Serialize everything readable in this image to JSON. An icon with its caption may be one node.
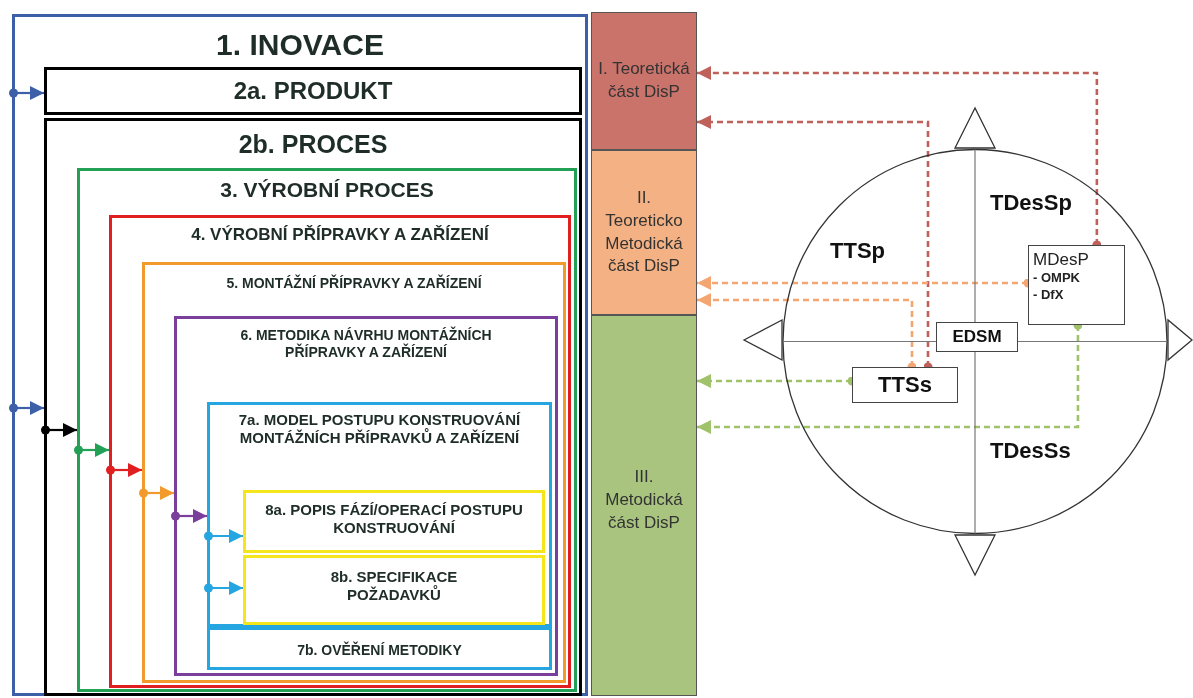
{
  "diagram": {
    "nodes": [
      {
        "text": [
          "1. INOVACE"
        ]
      },
      {
        "text": [
          "2a. PRODUKT"
        ],
        "in": 0
      },
      {
        "text": [
          "2b. PROCES"
        ],
        "in": 0
      },
      {
        "text": [
          "3. VÝROBNÍ PROCES"
        ],
        "in": 2
      },
      {
        "text": [
          "4. VÝROBNÍ PŘÍPRAVKY A ZAŘÍZENÍ"
        ],
        "in": 3
      },
      {
        "text": [
          "5. MONTÁŽNÍ PŘÍPRAVKY A ZAŘÍZENÍ"
        ],
        "in": 4
      },
      {
        "text": [
          "6. METODIKA NÁVRHU MONTÁŽNÍCH PŘÍPRAVKY A ZAŘÍZENÍ"
        ],
        "in": 5
      },
      {
        "text": [
          "7a. MODEL POSTUPU KONSTRUOVÁNÍ MONTÁŽNÍCH PŘÍPRAVKŮ A ZAŘÍZENÍ"
        ],
        "in": 6
      },
      {
        "text": [
          "8a. POPIS FÁZÍ/OPERACÍ POSTUPU KONSTRUOVÁNÍ"
        ],
        "in": 7
      },
      {
        "text": [
          "8b. SPECIFIKACE POŽADAVKŮ"
        ],
        "in": 7
      },
      {
        "text": [
          "7b. OVĚŘENÍ METODIKY"
        ],
        "in": 6
      },
      {
        "text": [
          "I. Teoretická část DisP"
        ]
      },
      {
        "text": [
          "II. Teoreticko Metodická část DisP"
        ]
      },
      {
        "text": [
          "III. Metodická část DisP"
        ]
      },
      {
        "text": [
          "TTSp",
          "TDesSp",
          "TDesSs"
        ]
      },
      {
        "text": [
          "MDesP",
          "- OMPK",
          "- DfX"
        ],
        "in": 14
      },
      {
        "text": [
          "EDSM"
        ],
        "in": 14
      },
      {
        "text": [
          "TTSs"
        ],
        "in": 14
      }
    ],
    "edges": [
      {
        "from": 0,
        "to": 1,
        "arrow": "to",
        "color": "#3d5fa8"
      },
      {
        "from": 0,
        "to": 2,
        "arrow": "to",
        "color": "#3d5fa8"
      },
      {
        "from": 2,
        "to": 3,
        "arrow": "to",
        "color": "#000000"
      },
      {
        "from": 3,
        "to": 4,
        "arrow": "to",
        "color": "#22a055"
      },
      {
        "from": 4,
        "to": 5,
        "arrow": "to",
        "color": "#e02020"
      },
      {
        "from": 5,
        "to": 6,
        "arrow": "to",
        "color": "#f39a2c"
      },
      {
        "from": 6,
        "to": 7,
        "arrow": "to",
        "color": "#7a3f9a"
      },
      {
        "from": 7,
        "to": 8,
        "arrow": "to",
        "color": "#26a6e0"
      },
      {
        "from": 7,
        "to": 9,
        "arrow": "to",
        "color": "#26a6e0"
      },
      {
        "from": 15,
        "to": 11,
        "arrow": "to",
        "style": "dashed",
        "color": "#c0605a"
      },
      {
        "from": 17,
        "to": 11,
        "arrow": "to",
        "style": "dashed",
        "color": "#c0605a"
      },
      {
        "from": 15,
        "to": 12,
        "arrow": "to",
        "style": "dashed",
        "color": "#f4a672"
      },
      {
        "from": 17,
        "to": 12,
        "arrow": "to",
        "style": "dashed",
        "color": "#f4a672"
      },
      {
        "from": 17,
        "to": 13,
        "arrow": "to",
        "style": "dashed",
        "color": "#9fc26b"
      },
      {
        "from": 15,
        "to": 13,
        "arrow": "to",
        "style": "dashed",
        "color": "#9fc26b"
      }
    ]
  }
}
